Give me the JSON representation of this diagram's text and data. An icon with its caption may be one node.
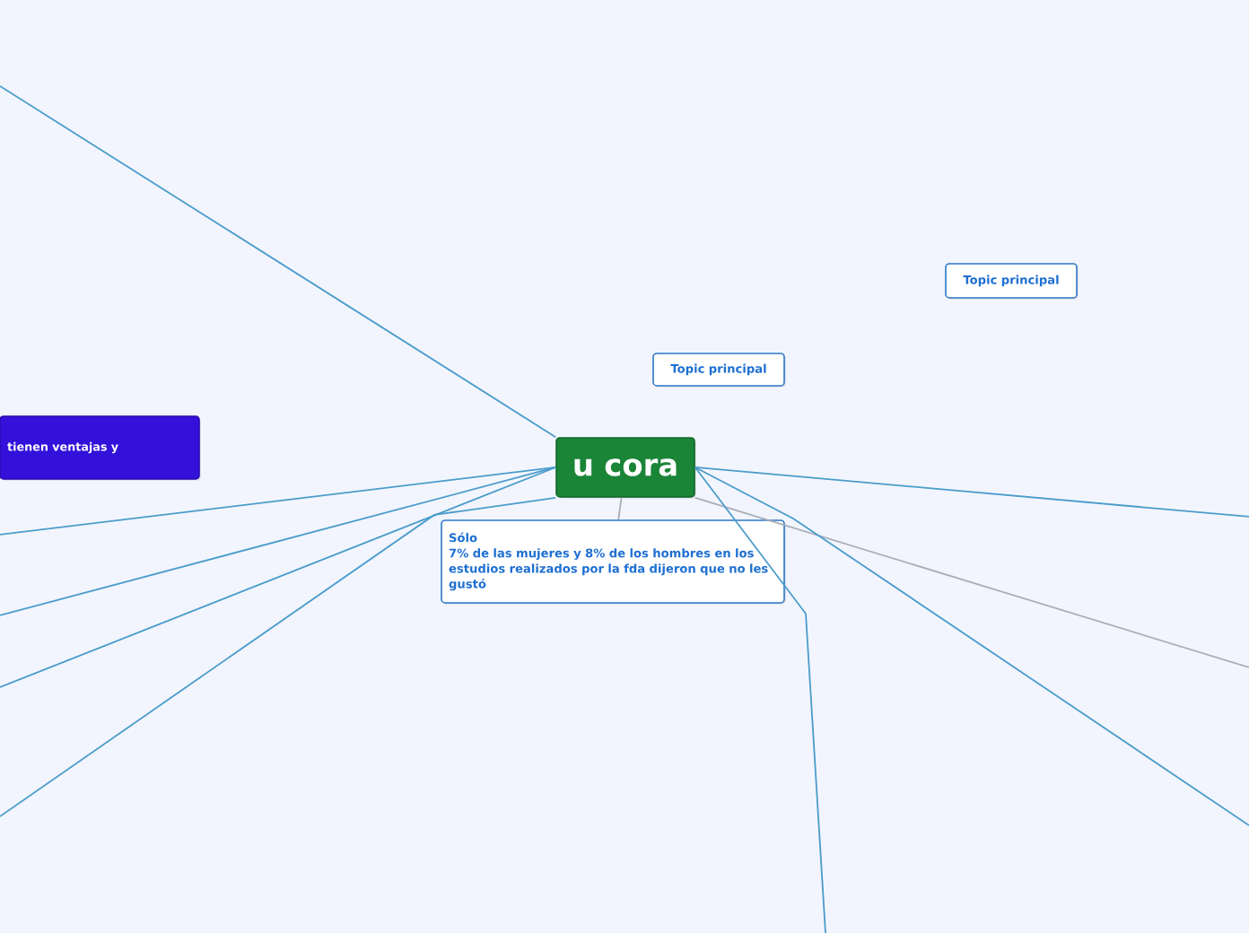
{
  "diagram": {
    "nodes": [
      {
        "text": [
          "u cora"
        ]
      },
      {
        "text": [
          "Topic principal"
        ]
      },
      {
        "text": [
          "Topic principal"
        ]
      },
      {
        "text": [
          "tienen ventajas y"
        ]
      },
      {
        "text": [
          "Sólo",
          "7% de las mujeres y 8% de los hombres en los estudios realizados por la fda dijeron que no les gustó"
        ]
      }
    ],
    "edges": [
      {
        "from": 0,
        "to": null,
        "arrow": "none"
      },
      {
        "from": 0,
        "to": null,
        "arrow": "none"
      },
      {
        "from": 0,
        "to": null,
        "arrow": "none"
      },
      {
        "from": 0,
        "to": null,
        "arrow": "none"
      },
      {
        "from": 0,
        "to": null,
        "arrow": "none"
      },
      {
        "from": 0,
        "to": null,
        "arrow": "none"
      },
      {
        "from": 0,
        "to": null,
        "arrow": "none",
        "color": "#a9adb8"
      },
      {
        "from": 0,
        "to": null,
        "arrow": "none"
      },
      {
        "from": 0,
        "to": null,
        "arrow": "none"
      },
      {
        "from": 0,
        "to": 4,
        "arrow": "none",
        "color": "#a9adb8"
      }
    ]
  }
}
